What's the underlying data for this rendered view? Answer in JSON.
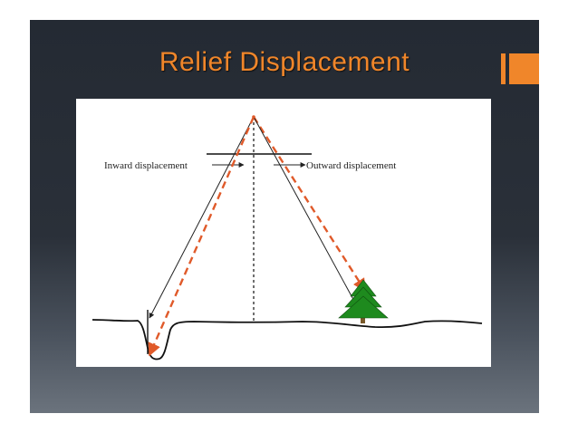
{
  "slide": {
    "title": "Relief Displacement",
    "colors": {
      "background_top": "#242a33",
      "background_bottom": "#6b737d",
      "accent": "#f0862a",
      "dashed_ray": "#e05a2a",
      "tree": "#1e8a1e"
    }
  },
  "diagram": {
    "inward_label": "Inward displacement",
    "outward_label": "Outward displacement"
  }
}
